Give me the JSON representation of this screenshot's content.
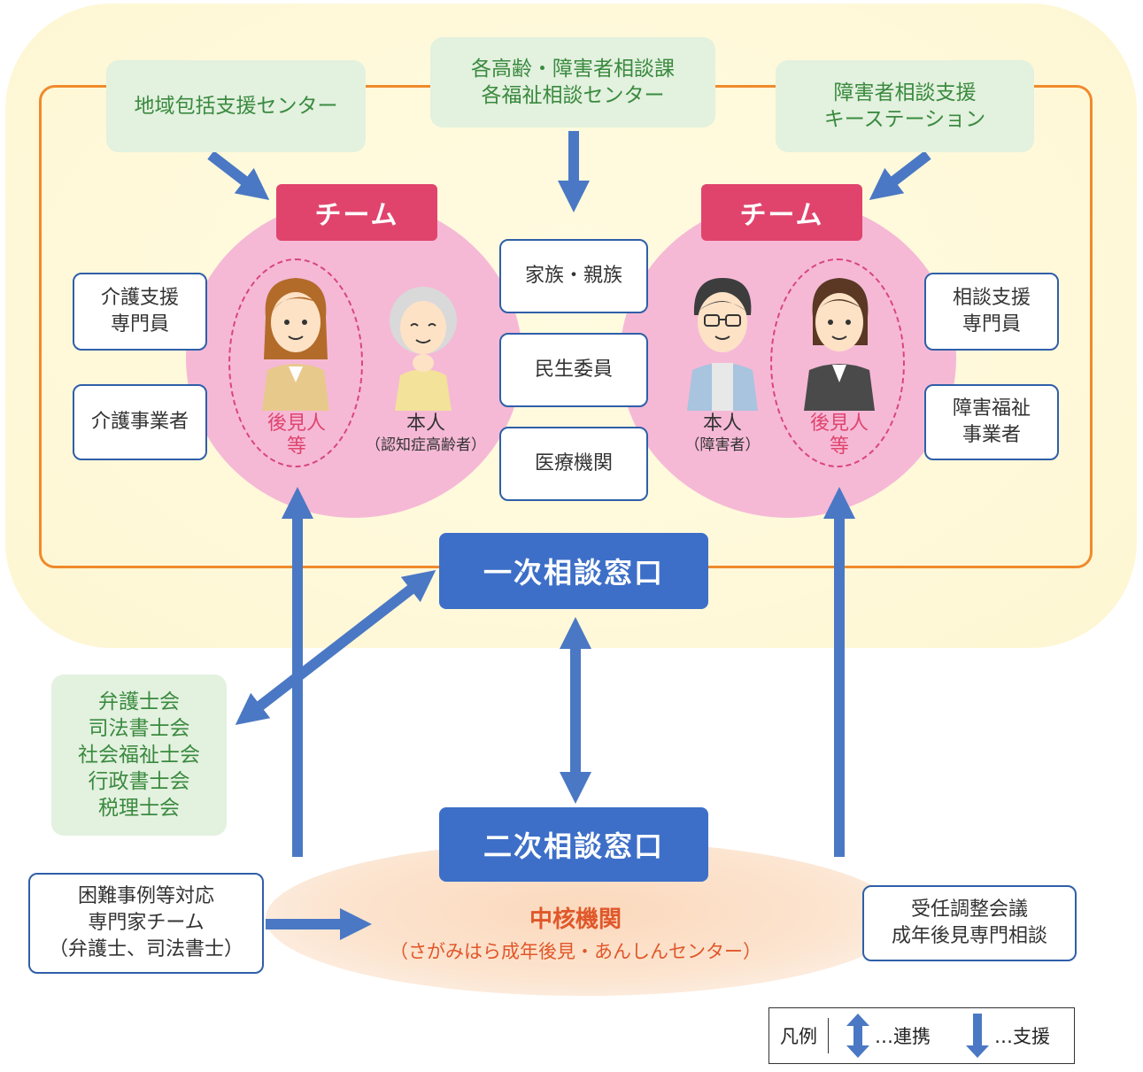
{
  "top_boxes": {
    "left": "地域包括支援センター",
    "center_line1": "各高齢・障害者相談課",
    "center_line2": "各福祉相談センター",
    "right_line1": "障害者相談支援",
    "right_line2": "キーステーション"
  },
  "teams": {
    "left_label": "チーム",
    "right_label": "チーム"
  },
  "left_side": {
    "care_support_line1": "介護支援",
    "care_support_line2": "専門員",
    "care_business": "介護事業者"
  },
  "right_side": {
    "consult_support_line1": "相談支援",
    "consult_support_line2": "専門員",
    "disability_business_line1": "障害福祉",
    "disability_business_line2": "事業者"
  },
  "center_column": {
    "family": "家族・親族",
    "welfare_commissioner": "民生委員",
    "medical": "医療機関"
  },
  "persons": {
    "left_guardian_line1": "後見人",
    "left_guardian_line2": "等",
    "left_principal": "本人",
    "left_principal_sub": "（認知症高齢者）",
    "right_principal": "本人",
    "right_principal_sub": "（障害者）",
    "right_guardian_line1": "後見人",
    "right_guardian_line2": "等"
  },
  "windows": {
    "primary": "一次相談窓口",
    "secondary": "二次相談窓口"
  },
  "professional_assoc": [
    "弁護士会",
    "司法書士会",
    "社会福祉士会",
    "行政書士会",
    "税理士会"
  ],
  "difficult_cases": {
    "line1": "困難事例等対応",
    "line2": "専門家チーム",
    "line3": "（弁護士、司法書士）"
  },
  "core_agency": {
    "title": "中核機関",
    "sub": "（さがみはら成年後見・あんしんセンター）"
  },
  "right_bottom": {
    "line1": "受任調整会議",
    "line2": "成年後見専門相談"
  },
  "legend": {
    "title": "凡例",
    "cooperation": "…連携",
    "support": "…支援"
  },
  "colors": {
    "arrow_blue": "#4a78c4",
    "team_pink": "#e0446d",
    "frame_orange": "#f08a2c",
    "green_text": "#3a8a3f",
    "window_blue": "#3d6fc8"
  }
}
